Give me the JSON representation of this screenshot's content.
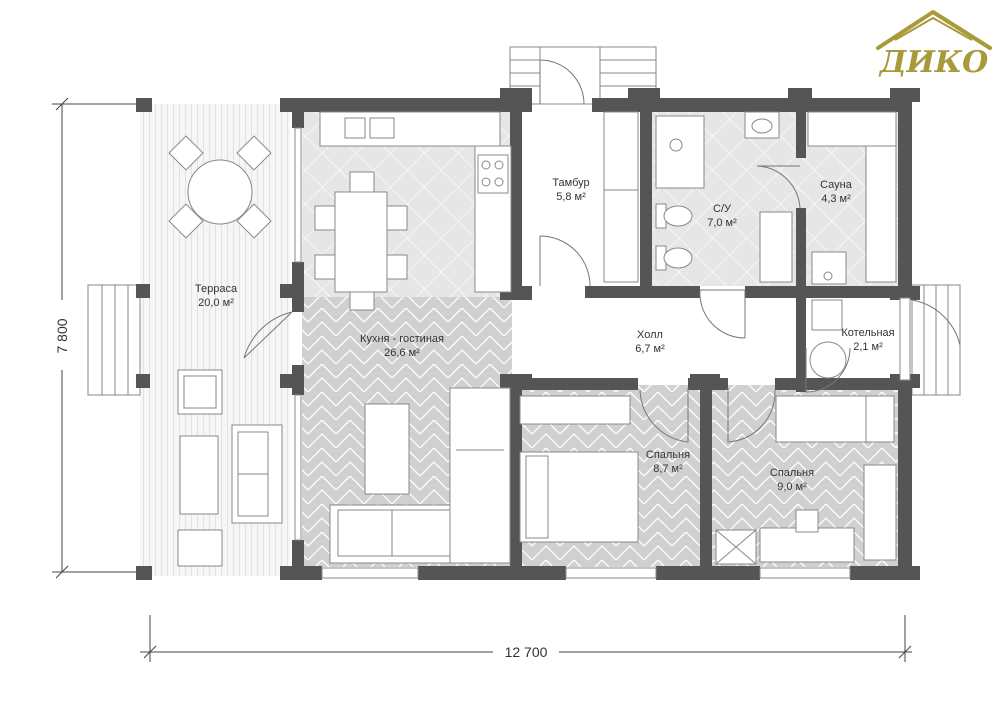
{
  "colors": {
    "wall": "#555555",
    "floor_tile": "#e6e6e6",
    "floor_herringbone": "#d2d2d2",
    "deck": "#f4f4f4",
    "furniture_stroke": "#888888",
    "logo": "#a89a3a"
  },
  "logo": {
    "text": "ДИКО"
  },
  "rooms": {
    "terrace": {
      "name": "Терраса",
      "area": "20,0 м²"
    },
    "kitchen": {
      "name": "Кухня - гостиная",
      "area": "26,6 м²"
    },
    "vestibule": {
      "name": "Тамбур",
      "area": "5,8 м²"
    },
    "bathroom": {
      "name": "С/У",
      "area": "7,0 м²"
    },
    "sauna": {
      "name": "Сауна",
      "area": "4,3 м²"
    },
    "hall": {
      "name": "Холл",
      "area": "6,7 м²"
    },
    "boiler": {
      "name": "Котельная",
      "area": "2,1 м²"
    },
    "bedroom1": {
      "name": "Спальня",
      "area": "8,7 м²"
    },
    "bedroom2": {
      "name": "Спальня",
      "area": "9,0 м²"
    }
  },
  "dimensions": {
    "width": "12 700",
    "height": "7 800"
  }
}
